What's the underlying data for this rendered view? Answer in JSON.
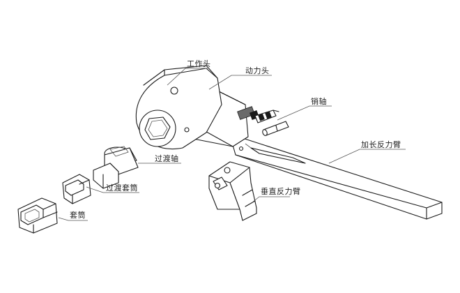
{
  "labels": {
    "working_head": "工作头",
    "power_head": "动力头",
    "pin_shaft": "销轴",
    "extended_reaction_arm": "加长反力臂",
    "adapter_shaft": "过渡轴",
    "adapter_socket": "过渡套筒",
    "vertical_reaction_arm": "垂直反力臂",
    "socket": "套筒"
  },
  "colors": {
    "line": "#1a1a1a",
    "background": "#ffffff"
  }
}
